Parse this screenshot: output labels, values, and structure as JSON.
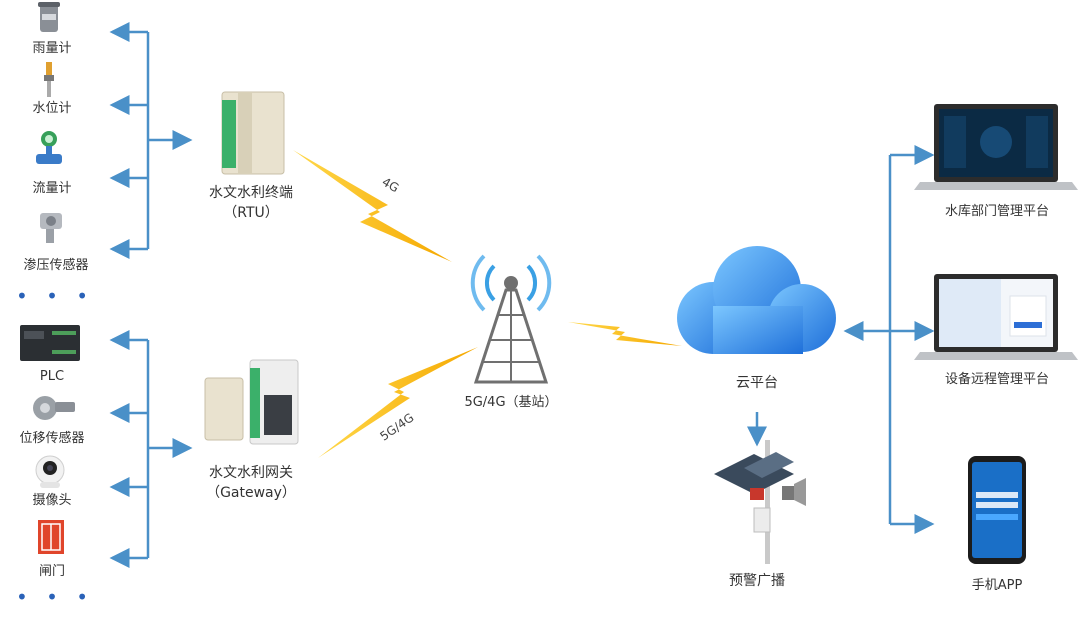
{
  "sensors_group1": [
    {
      "label": "雨量计",
      "icon": "rain-gauge-icon"
    },
    {
      "label": "水位计",
      "icon": "water-level-meter-icon"
    },
    {
      "label": "流量计",
      "icon": "flow-meter-icon"
    },
    {
      "label": "渗压传感器",
      "icon": "seepage-sensor-icon"
    }
  ],
  "sensors_group2": [
    {
      "label": "PLC",
      "icon": "plc-icon"
    },
    {
      "label": "位移传感器",
      "icon": "displacement-sensor-icon"
    },
    {
      "label": "摄像头",
      "icon": "camera-icon"
    },
    {
      "label": "闸门",
      "icon": "gate-icon"
    }
  ],
  "more_dots": "• • •",
  "rtu": {
    "line1": "水文水利终端",
    "line2": "（RTU）"
  },
  "gateway": {
    "line1": "水文水利网关",
    "line2": "（Gateway）"
  },
  "links": {
    "rtu": "4G",
    "gateway": "5G/4G"
  },
  "base_station": "5G/4G（基站）",
  "cloud": "云平台",
  "warning": "预警广播",
  "platforms": [
    {
      "label": "水库部门管理平台"
    },
    {
      "label": "设备远程管理平台"
    },
    {
      "label": "手机APP"
    }
  ],
  "colors": {
    "arrow": "#4a90c8",
    "lightning": "#f7b400",
    "cloud": "#2d8fe6",
    "dots": "#2a62b8"
  }
}
